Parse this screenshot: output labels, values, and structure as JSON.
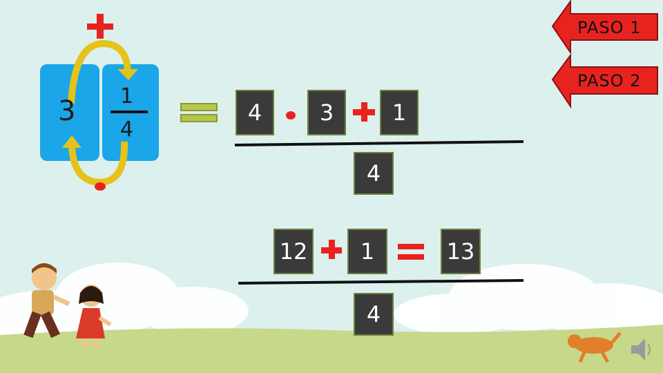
{
  "nav": {
    "paso1_label": "PASO 1",
    "paso2_label": "PASO 2"
  },
  "mixed_number": {
    "whole": "3",
    "numerator": "1",
    "denominator": "4"
  },
  "step1": {
    "multiplier": "4",
    "whole": "3",
    "addend": "1",
    "denominator": "4"
  },
  "step2": {
    "product": "12",
    "addend": "1",
    "result": "13",
    "denominator": "4"
  },
  "icons": {
    "sound": "speaker-icon"
  },
  "colors": {
    "accent_red": "#e8231f",
    "panel_blue": "#1aa6e8",
    "equals_green": "#b7c64c",
    "box_dark": "#3a3a3a"
  }
}
